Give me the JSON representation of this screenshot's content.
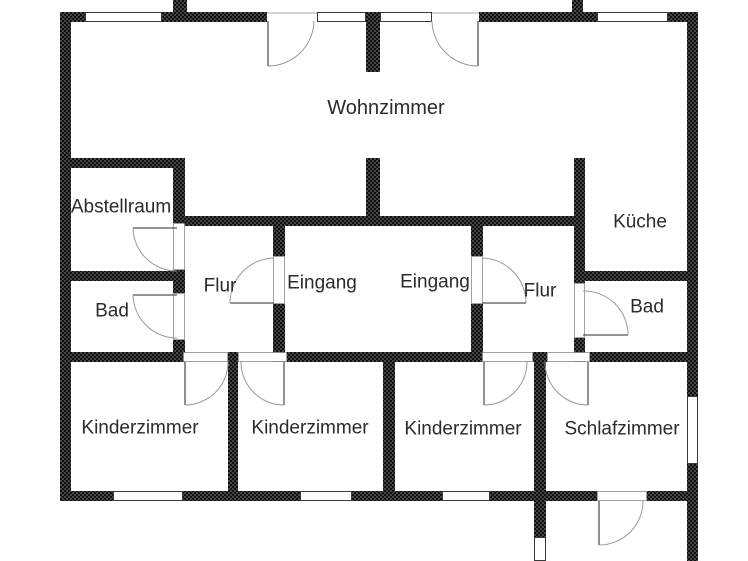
{
  "floorplan": {
    "rooms": [
      {
        "id": "wohnzimmer",
        "label": "Wohnzimmer"
      },
      {
        "id": "abstellraum",
        "label": "Abstellraum"
      },
      {
        "id": "kueche",
        "label": "Küche"
      },
      {
        "id": "flur-left",
        "label": "Flur"
      },
      {
        "id": "eingang-left",
        "label": "Eingang"
      },
      {
        "id": "eingang-right",
        "label": "Eingang"
      },
      {
        "id": "flur-right",
        "label": "Flur"
      },
      {
        "id": "bad-left",
        "label": "Bad"
      },
      {
        "id": "bad-right",
        "label": "Bad"
      },
      {
        "id": "kinderzimmer-1",
        "label": "Kinderzimmer"
      },
      {
        "id": "kinderzimmer-2",
        "label": "Kinderzimmer"
      },
      {
        "id": "kinderzimmer-3",
        "label": "Kinderzimmer"
      },
      {
        "id": "schlafzimmer",
        "label": "Schlafzimmer"
      }
    ],
    "colors": {
      "wall": "#111111",
      "background": "#ffffff",
      "text": "#2b2b2b",
      "door_arc": "#9a9a9a",
      "window_outline": "#3a3a3a"
    }
  }
}
